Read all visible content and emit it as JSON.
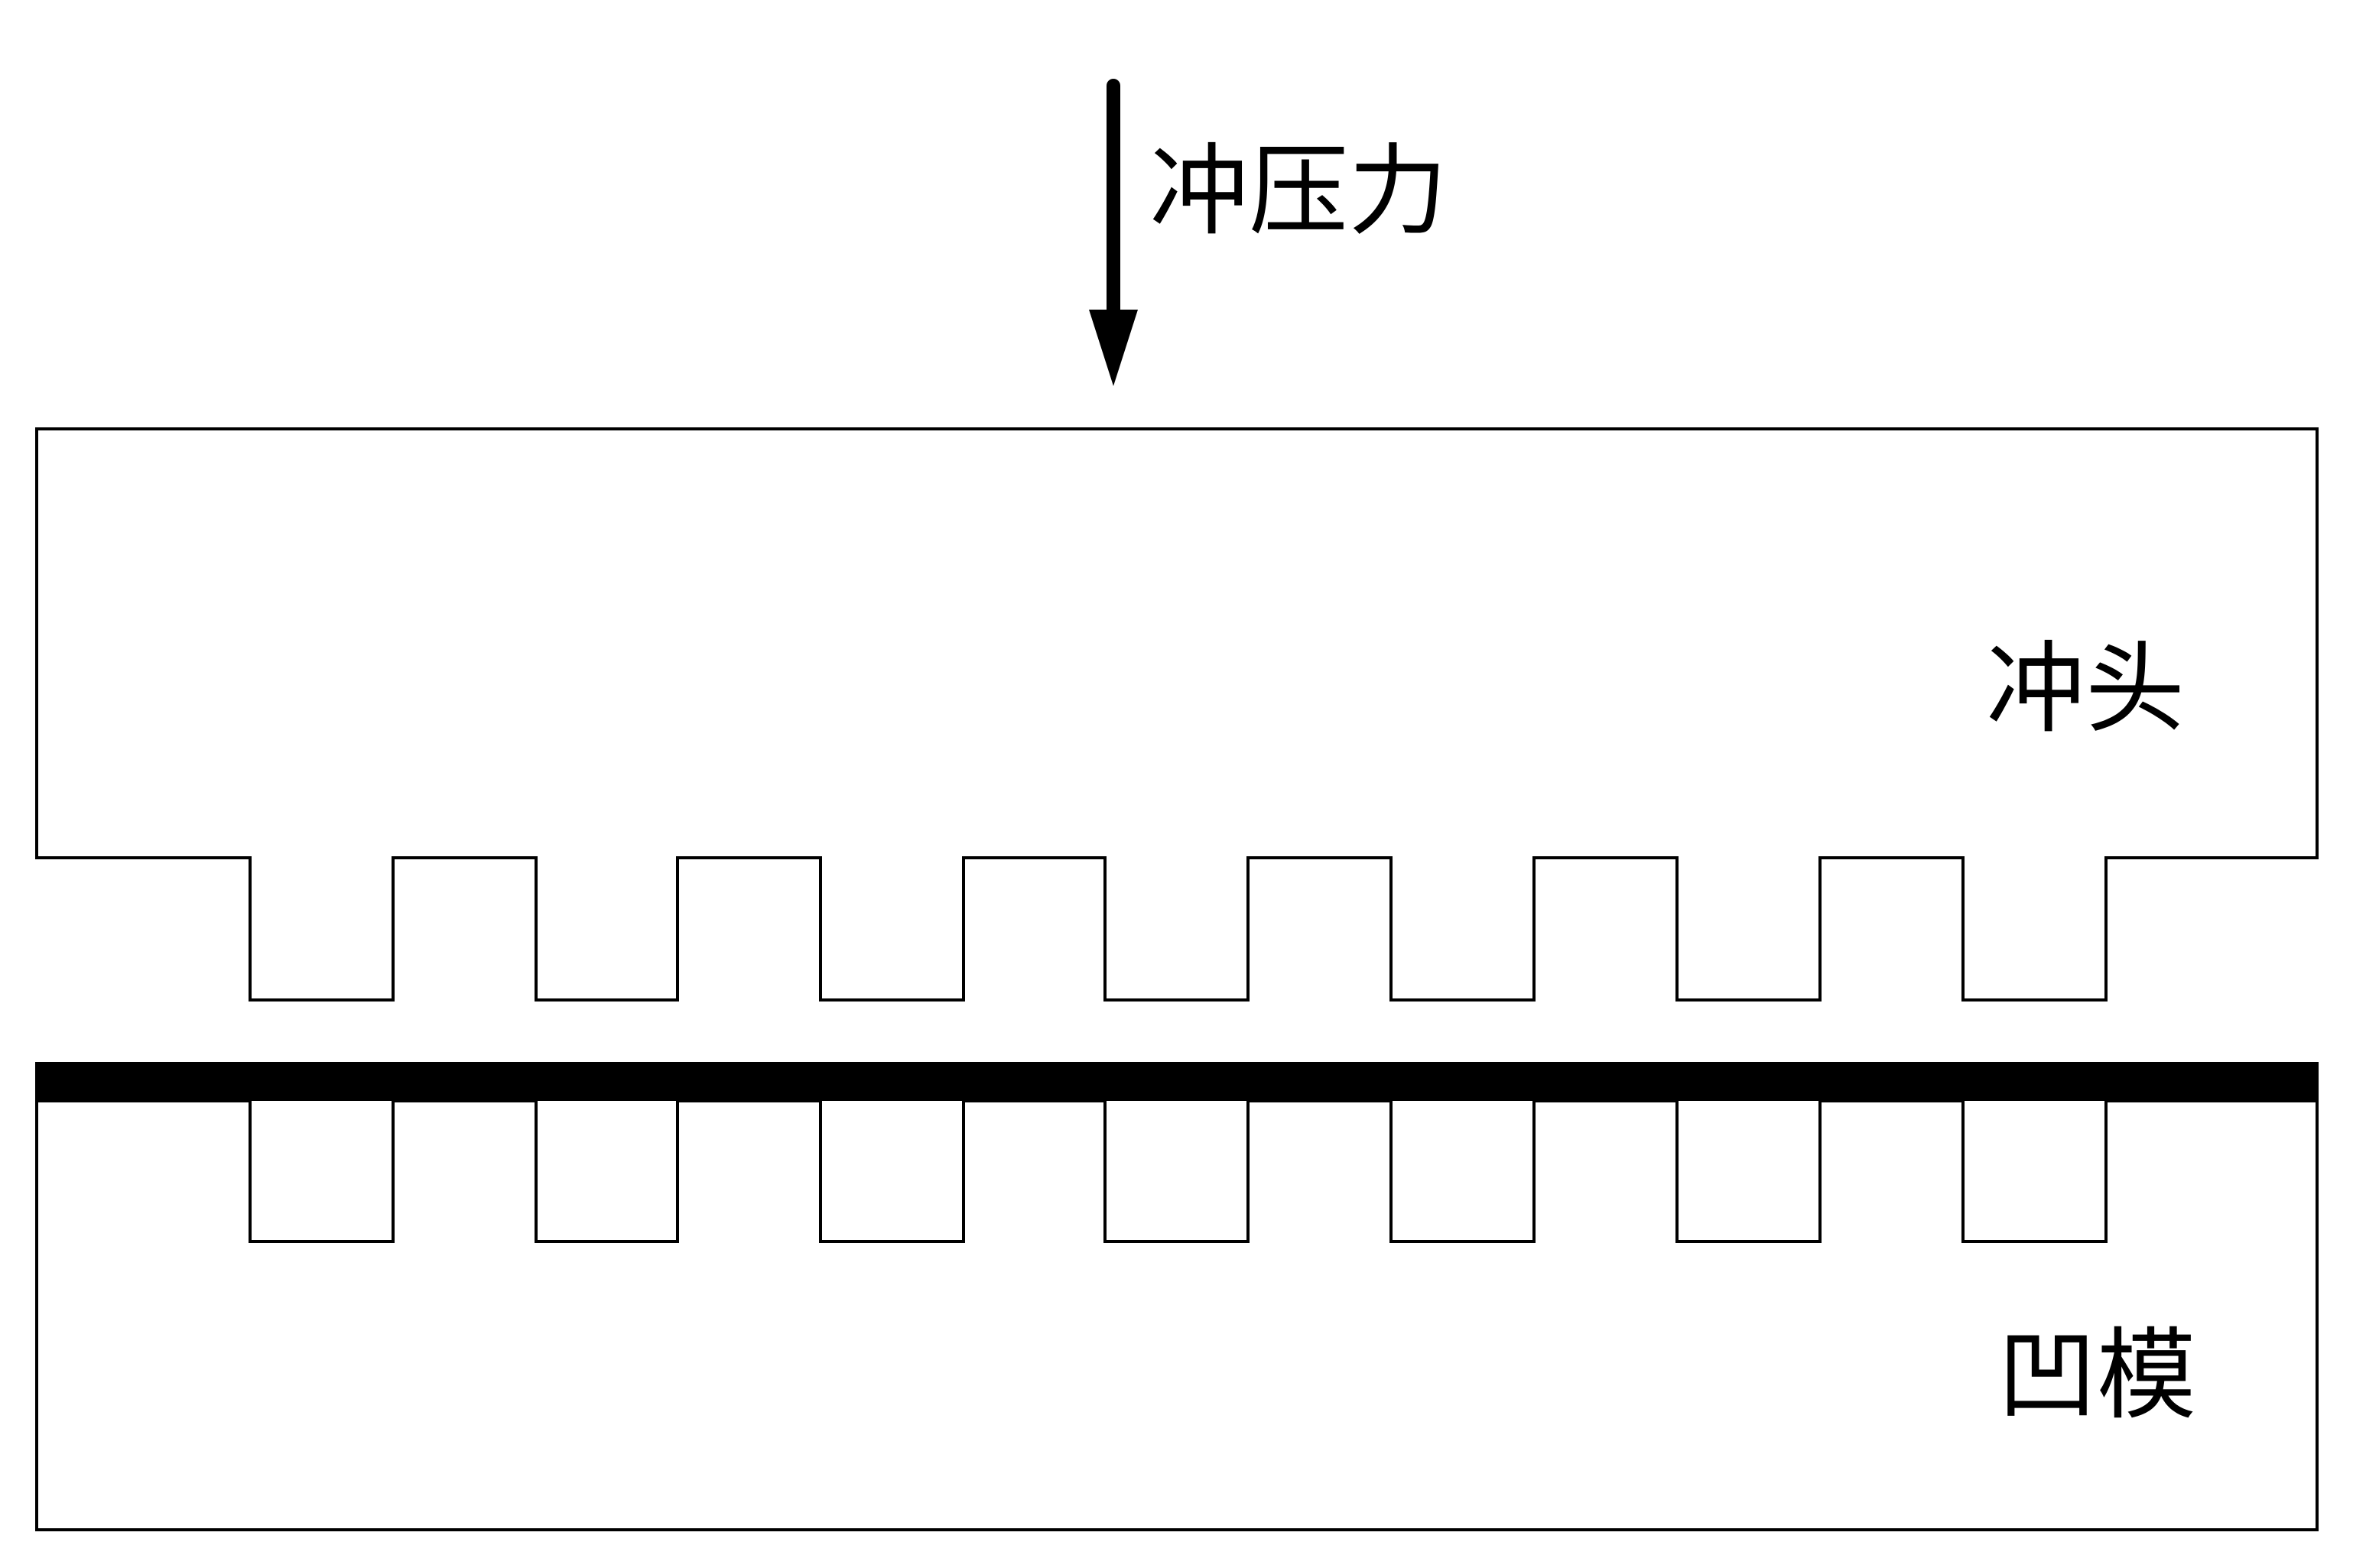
{
  "labels": {
    "force": "冲压力",
    "punch": "冲头",
    "die": "凹模"
  },
  "colors": {
    "line": "#000000",
    "sheet": "#000000",
    "background": "#ffffff"
  },
  "structure": {
    "punch_teeth": 7,
    "die_grooves": 7
  }
}
